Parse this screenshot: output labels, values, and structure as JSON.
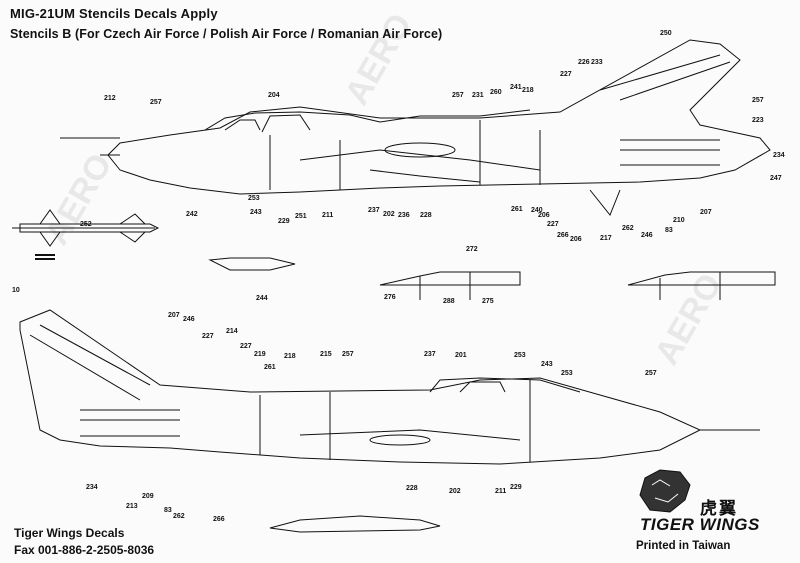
{
  "header": {
    "title": "MIG-21UM  Stencils Decals Apply",
    "subtitle": "Stencils B (For Czech Air Force / Polish Air Force / Romanian Air Force)"
  },
  "footer": {
    "company": "Tiger Wings Decals",
    "fax": "Fax  001-886-2-2505-8036",
    "printed": "Printed in Taiwan",
    "brand": "TIGER WINGS",
    "brand_cn": "虎翼"
  },
  "watermark": "AERO",
  "callouts": {
    "top_view": [
      "257",
      "212",
      "204",
      "242",
      "253",
      "243",
      "229",
      "251",
      "211",
      "237",
      "202",
      "236",
      "228",
      "231",
      "260",
      "241",
      "218",
      "227",
      "226",
      "233",
      "250",
      "257",
      "223",
      "234",
      "247",
      "207",
      "210",
      "83",
      "246",
      "262",
      "217",
      "266",
      "206",
      "227",
      "261",
      "240",
      "252",
      "244"
    ],
    "bottom_view": [
      "10",
      "207",
      "246",
      "227",
      "214",
      "227",
      "219",
      "261",
      "218",
      "215",
      "257",
      "237",
      "201",
      "253",
      "243",
      "253",
      "257",
      "234",
      "213",
      "209",
      "83",
      "262",
      "266",
      "228",
      "202",
      "211",
      "229"
    ],
    "detail_a": [
      "272",
      "276",
      "288",
      "275"
    ]
  },
  "colors": {
    "ink": "#111111",
    "paper": "#fbfbfb",
    "watermark": "#969696"
  }
}
